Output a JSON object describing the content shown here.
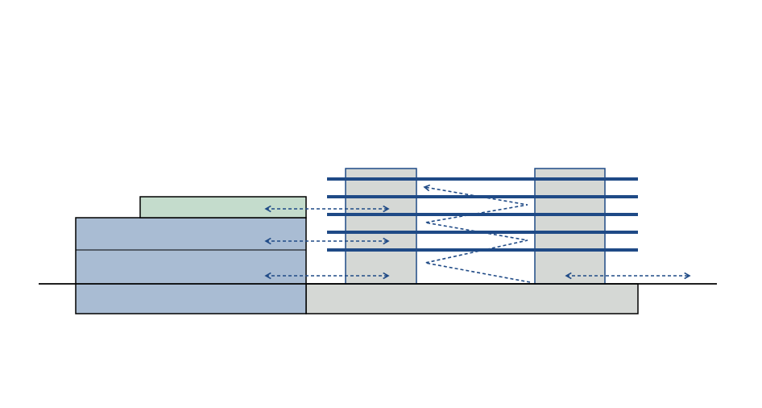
{
  "colors": {
    "background": "#ffffff",
    "ground_line": "#000000",
    "outline": "#000000",
    "existing_building_fill": "#a9bcd3",
    "rooftop_addition_fill": "#c4dccc",
    "podium_fill": "#d5d8d5",
    "core_fill": "#d5d8d5",
    "core_outline": "#1f4a86",
    "floor_slab": "#1f4a86",
    "circulation_arrow": "#1f4a86"
  },
  "diagram": {
    "type": "building-section",
    "elements": [
      "ground-line",
      "existing-building",
      "rooftop-addition",
      "podium",
      "core-left",
      "core-right",
      "floor-slabs",
      "horizontal-connections",
      "ramp-circulation"
    ]
  }
}
